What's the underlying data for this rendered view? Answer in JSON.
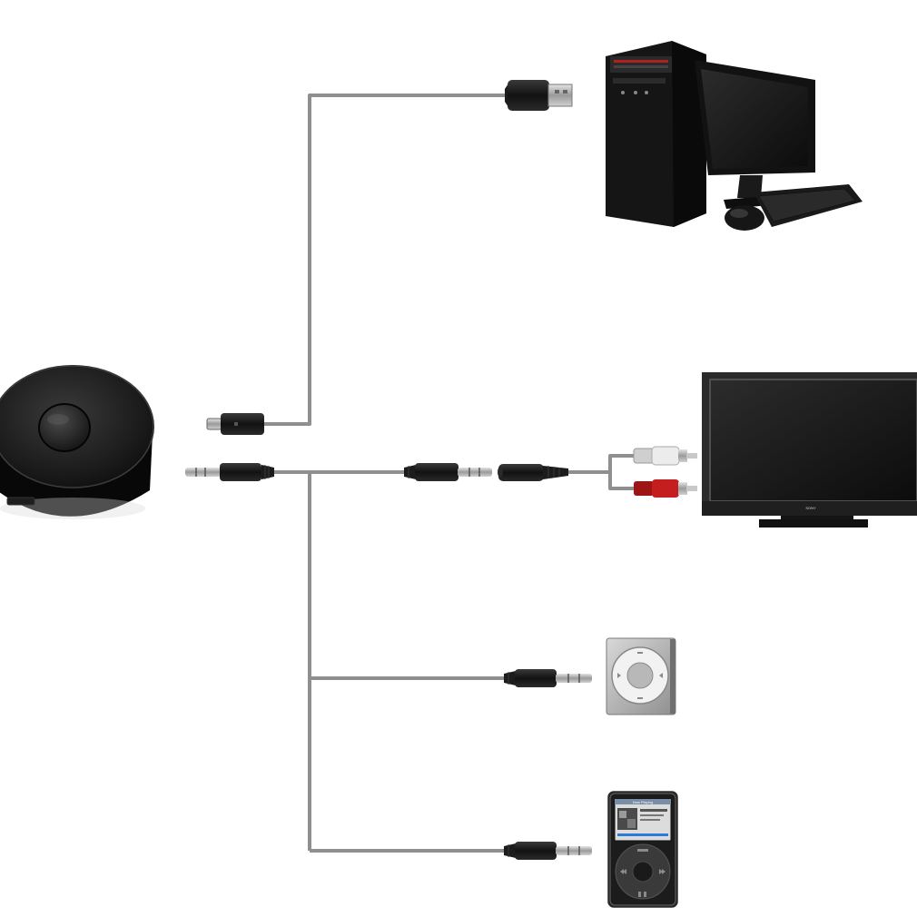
{
  "diagram": {
    "description_type": "connection-diagram",
    "colors": {
      "cable": "#8f8f8f",
      "plug_body": "#151515",
      "metal": "#b4b4b4",
      "device_black": "#111111",
      "rca_red": "#c41e1e",
      "rca_white": "#e8e8e8",
      "shuffle_silver": "#a9a9a9"
    },
    "devices": {
      "adapter": {
        "name": "Bluetooth receiver/transmitter",
        "icon": "round-puck-icon"
      },
      "computer": {
        "name": "Desktop PC",
        "icon": "desktop-computer-icon"
      },
      "tv": {
        "name": "Television",
        "icon": "tv-icon",
        "brand": "SONY"
      },
      "shuffle": {
        "name": "iPod shuffle",
        "icon": "ipod-shuffle-icon"
      },
      "classic": {
        "name": "iPod classic",
        "icon": "ipod-classic-icon",
        "menu_label": "Now Playing"
      }
    },
    "connectors": {
      "usb_a": "usb-a-plug",
      "micro_usb": "micro-usb-plug",
      "aux": "3.5mm-plug",
      "rca": "rca-plugs"
    }
  }
}
